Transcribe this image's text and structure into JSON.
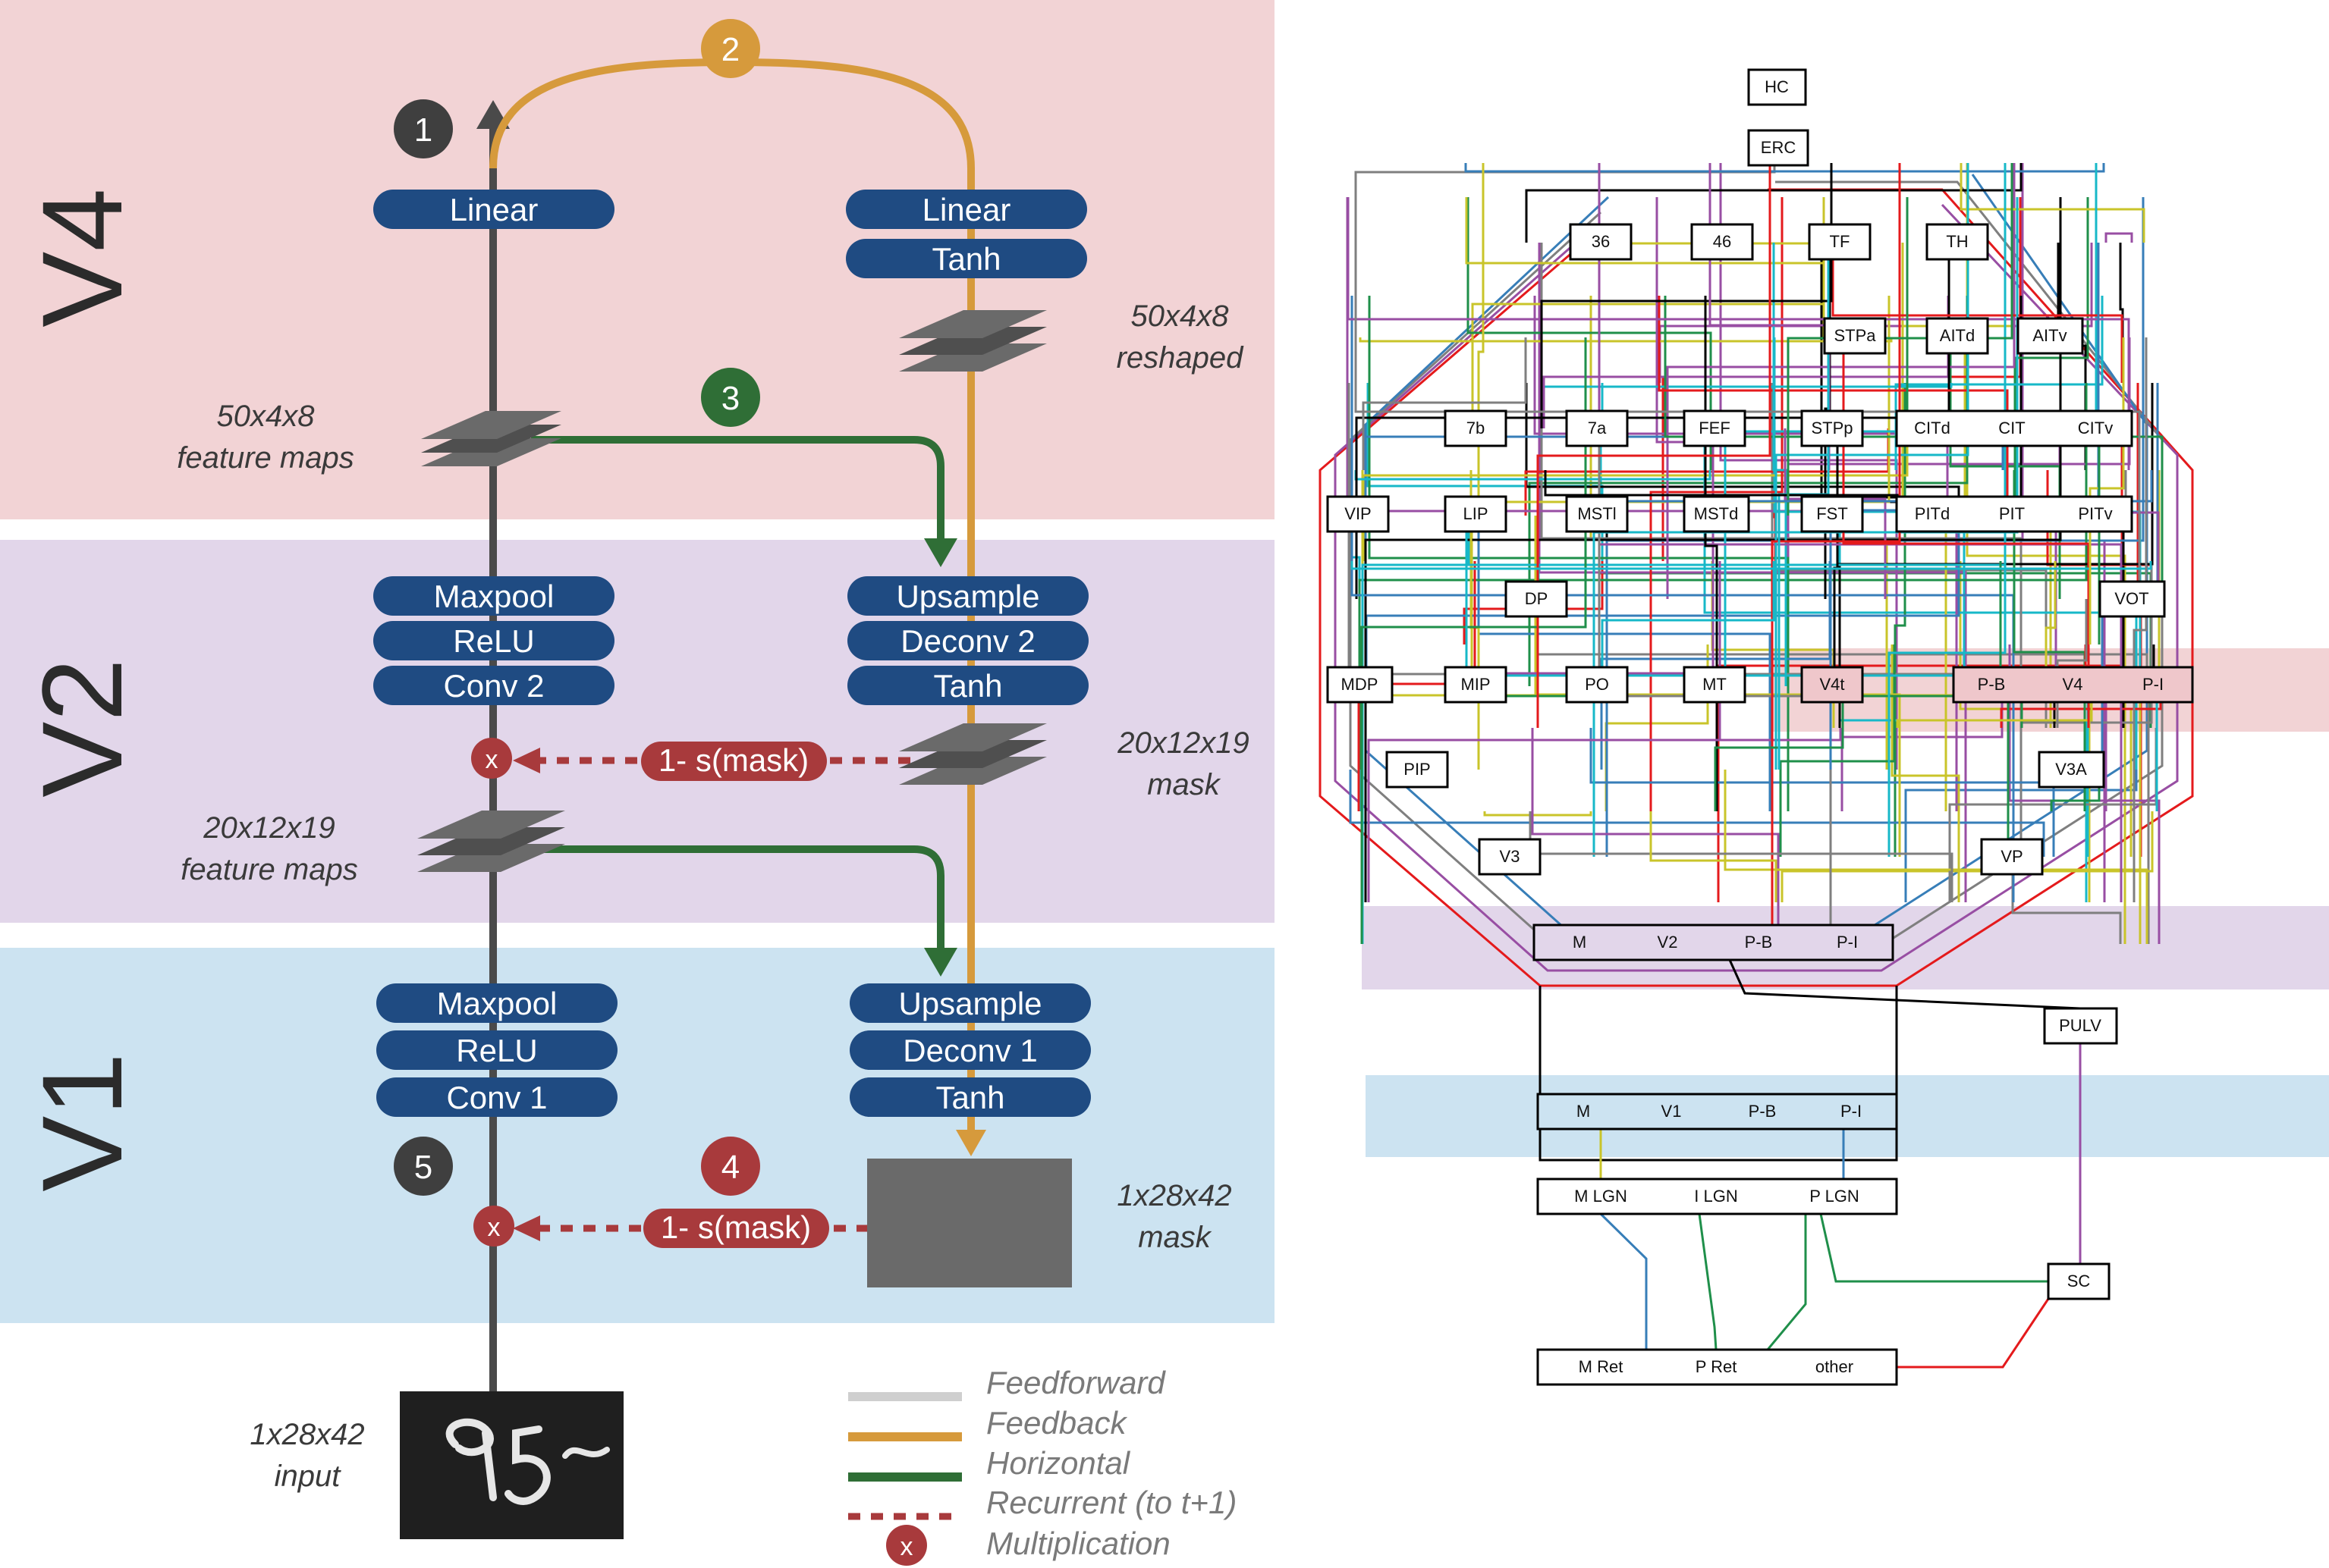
{
  "regions": [
    {
      "label": "V4",
      "color": "#f2d3d5"
    },
    {
      "label": "V2",
      "color": "#e2d6ea"
    },
    {
      "label": "V1",
      "color": "#cce3f1"
    }
  ],
  "steps": [
    {
      "num": "1",
      "color": "#3f3f3f"
    },
    {
      "num": "2",
      "color": "#d69a3c"
    },
    {
      "num": "3",
      "color": "#2f6e36"
    },
    {
      "num": "4",
      "color": "#a83a3c"
    },
    {
      "num": "5",
      "color": "#3f3f3f"
    }
  ],
  "blocks": {
    "v4_left": [
      "Linear"
    ],
    "v4_right": [
      "Linear",
      "Tanh"
    ],
    "v2_left": [
      "Maxpool",
      "ReLU",
      "Conv 2"
    ],
    "v2_right": [
      "Upsample",
      "Deconv 2",
      "Tanh"
    ],
    "v1_left": [
      "Maxpool",
      "ReLU",
      "Conv 1"
    ],
    "v1_right": [
      "Upsample",
      "Deconv 1",
      "Tanh"
    ]
  },
  "annotations": {
    "v4_features": [
      "50x4x8",
      "feature maps"
    ],
    "v4_reshaped": [
      "50x4x8",
      "reshaped"
    ],
    "v2_features": [
      "20x12x19",
      "feature maps"
    ],
    "v2_mask": [
      "20x12x19",
      "mask"
    ],
    "v1_mask": [
      "1x28x42",
      "mask"
    ],
    "input": [
      "1x28x42",
      "input"
    ]
  },
  "mask_ops": {
    "v2": "1- s(mask)",
    "v1": "1- s(mask)"
  },
  "multiply_symbol": "x",
  "legend": [
    {
      "label": "Feedforward",
      "style": "solid",
      "color": "#cfcfcf"
    },
    {
      "label": "Feedback",
      "style": "solid",
      "color": "#d69a3c"
    },
    {
      "label": "Horizontal",
      "style": "solid",
      "color": "#2f6e36"
    },
    {
      "label": "Recurrent (to t+1)",
      "style": "dashed",
      "color": "#a83a3c"
    },
    {
      "label": "Multiplication",
      "style": "circle",
      "color": "#a83a3c"
    }
  ],
  "colors": {
    "pill": "#1f4b82",
    "feedforward": "#4a4a4a",
    "feedback": "#d69a3c",
    "horizontal": "#2f6e36",
    "recurrent": "#a83a3c",
    "layer": "#6a6a6a"
  },
  "graph": {
    "nodes": [
      "HC",
      "ERC",
      "36",
      "46",
      "TF",
      "TH",
      "STPa",
      "AITd",
      "AITv",
      "7b",
      "7a",
      "FEF",
      "STPp",
      "CITd",
      "CIT",
      "CITv",
      "VIP",
      "LIP",
      "MSTl",
      "MSTd",
      "FST",
      "PITd",
      "PIT",
      "PITv",
      "DP",
      "VOT",
      "MDP",
      "MIP",
      "PO",
      "MT",
      "V4t",
      "P-B",
      "V4",
      "P-I",
      "PIP",
      "V3A",
      "V3",
      "VP",
      "M",
      "V2",
      "P-B",
      "P-I",
      "PULV",
      "M",
      "V1",
      "P-B",
      "P-I",
      "M LGN",
      "I LGN",
      "P LGN",
      "SC",
      "M Ret",
      "P Ret",
      "other"
    ],
    "edge_colors": [
      "#000000",
      "#e41a1c",
      "#377eb8",
      "#1f8f4a",
      "#984ea3",
      "#c9c42a",
      "#17b8c8",
      "#7f7f7f"
    ],
    "bands": [
      {
        "layer": "V4",
        "color": "#f2d3d5"
      },
      {
        "layer": "V2",
        "color": "#e2d6ea"
      },
      {
        "layer": "V1",
        "color": "#cce3f1"
      }
    ]
  }
}
